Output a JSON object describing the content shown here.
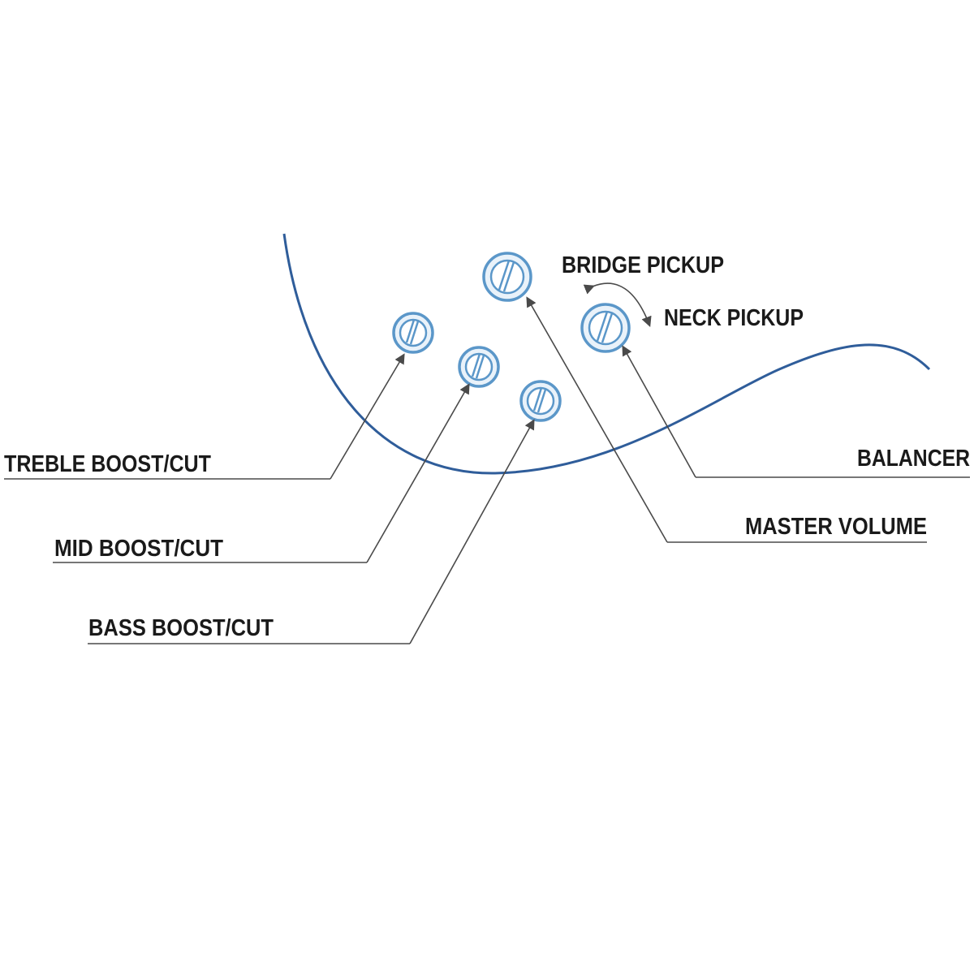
{
  "labels": {
    "bridge_pickup": "BRIDGE PICKUP",
    "neck_pickup": "NECK PICKUP",
    "treble": "TREBLE BOOST/CUT",
    "mid": "MID BOOST/CUT",
    "bass": "BASS BOOST/CUT",
    "balancer": "BALANCER",
    "master_volume": "MASTER VOLUME"
  },
  "colors": {
    "body_outline": "#2f5d9a",
    "knob": "#5b97c9",
    "leader": "#4a4a4a",
    "text": "#1a1a1a"
  }
}
